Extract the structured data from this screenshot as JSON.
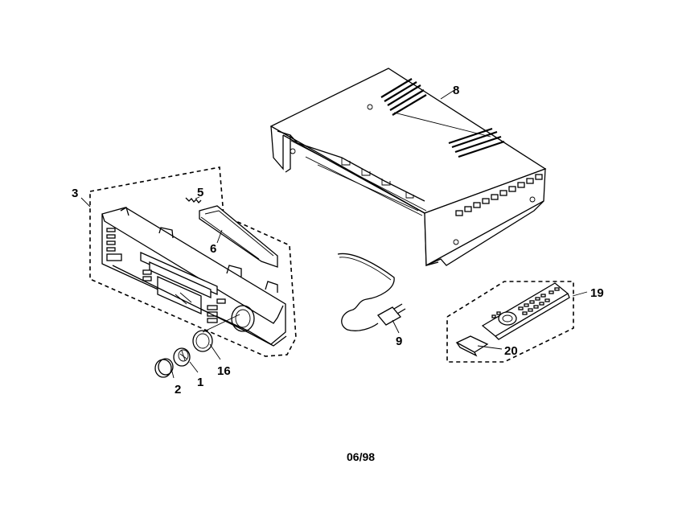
{
  "callouts": {
    "p1": "1",
    "p2": "2",
    "p3": "3",
    "p5": "5",
    "p6": "6",
    "p8": "8",
    "p9": "9",
    "p16": "16",
    "p19": "19",
    "p20": "20"
  },
  "date_code": "06/98"
}
